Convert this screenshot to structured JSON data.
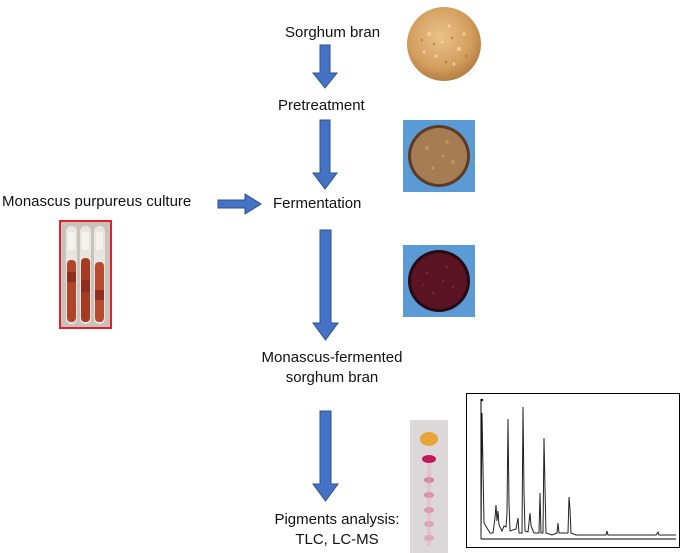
{
  "steps": {
    "sorghum_bran": "Sorghum bran",
    "pretreatment": "Pretreatment",
    "culture": "Monascus purpureus culture",
    "fermentation": "Fermentation",
    "fermented_line1": "Monascus-fermented",
    "fermented_line2": "sorghum bran",
    "analysis_line1": "Pigments analysis:",
    "analysis_line2": "TLC, LC-MS"
  },
  "colors": {
    "arrow": "#4472C4",
    "arrow_stroke": "#2F528F",
    "photo_bg": "#5B9BD5",
    "raw_bran": "#D9A86A",
    "pretreated_bran": "#A67C52",
    "fermented_bran": "#5A1424",
    "culture_border": "#E0212B",
    "tlc_spot_yellow": "#E8A33A",
    "tlc_spot_red": "#C2185B"
  },
  "icons": {
    "raw": "raw-sorghum-bran-photo",
    "pretreated": "pretreated-bran-photo",
    "fermented": "fermented-bran-photo",
    "culture": "culture-tubes-photo",
    "tlc": "tlc-plate-photo",
    "chromatogram": "lc-chromatogram"
  }
}
